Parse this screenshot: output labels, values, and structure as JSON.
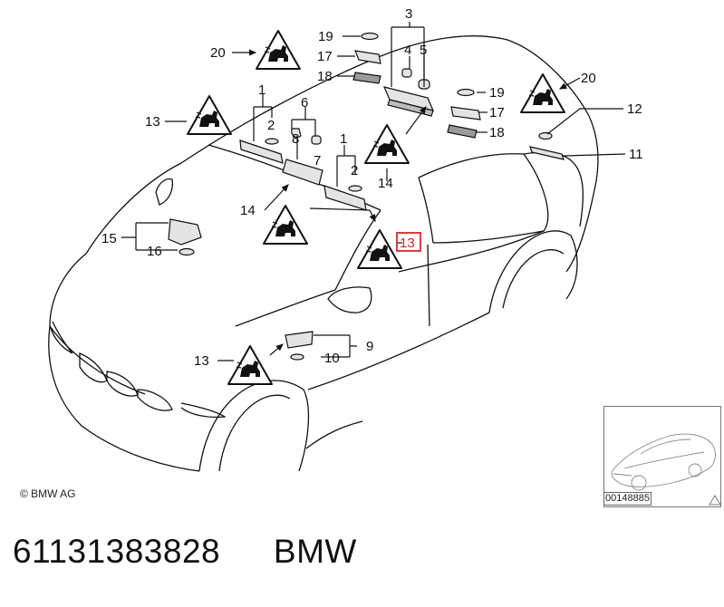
{
  "callouts": {
    "c1a": "1",
    "c1b": "1",
    "c2a": "2",
    "c2b": "2",
    "c3": "3",
    "c4": "4",
    "c5": "5",
    "c6": "6",
    "c7": "7",
    "c8": "8",
    "c9": "9",
    "c10": "10",
    "c11": "11",
    "c12": "12",
    "c13a": "13",
    "c13b": "13",
    "c13c": "13",
    "c14a": "14",
    "c14b": "14",
    "c15": "15",
    "c16": "16",
    "c17a": "17",
    "c17b": "17",
    "c18a": "18",
    "c18b": "18",
    "c19a": "19",
    "c19b": "19",
    "c20a": "20",
    "c20b": "20"
  },
  "highlight_color": "#d9262b",
  "copyright": "© BMW AG",
  "inset_code": "00148885",
  "part_number": "61131383828",
  "brand": "BMW",
  "icons": {
    "warning": "warning-triangle-icon",
    "inset": "car-overview-thumbnail"
  }
}
